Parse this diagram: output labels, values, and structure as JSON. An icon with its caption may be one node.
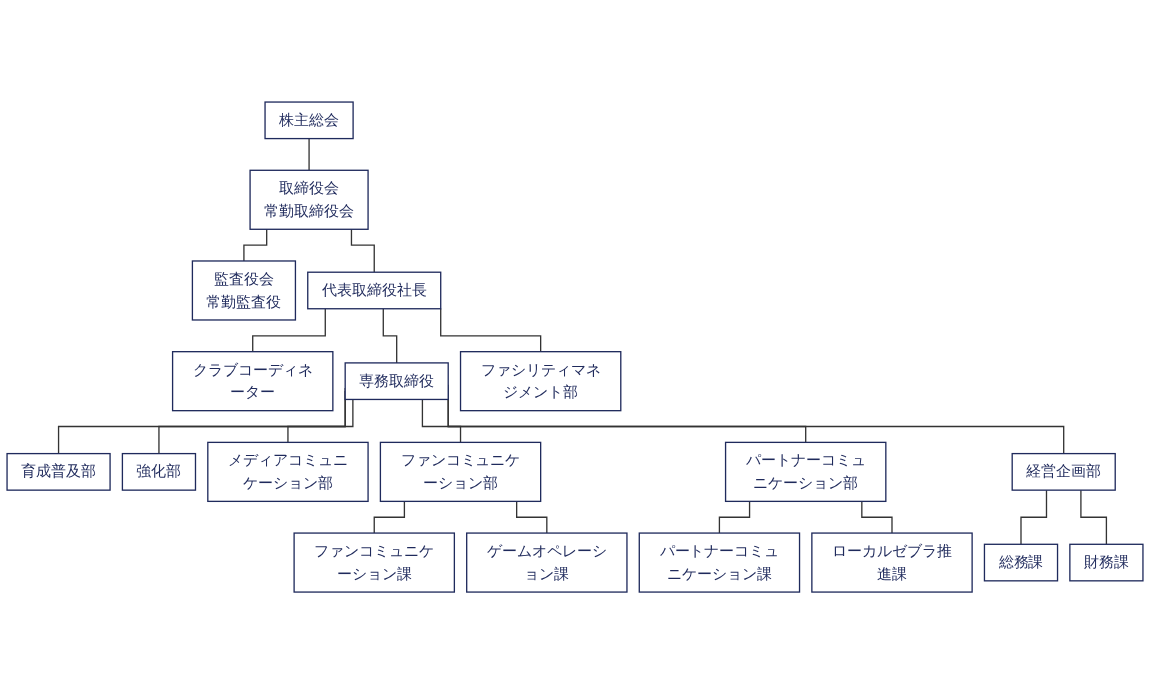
{
  "diagram": {
    "nodes": [
      {
        "text": [
          "株主総会"
        ]
      },
      {
        "text": [
          "取締役会",
          "常勤取締役会"
        ]
      },
      {
        "text": [
          "監査役会",
          "常勤監査役"
        ]
      },
      {
        "text": [
          "代表取締役社長"
        ]
      },
      {
        "text": [
          "クラブコーディネーター"
        ]
      },
      {
        "text": [
          "専務取締役"
        ]
      },
      {
        "text": [
          "ファシリティマネジメント部"
        ]
      },
      {
        "text": [
          "育成普及部"
        ]
      },
      {
        "text": [
          "強化部"
        ]
      },
      {
        "text": [
          "メディアコミュニケーション部"
        ]
      },
      {
        "text": [
          "ファンコミュニケーション部"
        ]
      },
      {
        "text": [
          "パートナーコミュニケーション部"
        ]
      },
      {
        "text": [
          "経営企画部"
        ]
      },
      {
        "text": [
          "ファンコミュニケーション課"
        ]
      },
      {
        "text": [
          "ゲームオペレーション課"
        ]
      },
      {
        "text": [
          "総務課"
        ]
      },
      {
        "text": [
          "財務課"
        ]
      },
      {
        "text": [
          "パートナーコミュニケーション課"
        ]
      },
      {
        "text": [
          "ローカルゼブラ推進課"
        ]
      }
    ],
    "edges": [
      {
        "from": 0,
        "to": 1,
        "arrow": "none"
      },
      {
        "from": 1,
        "to": 3,
        "arrow": "none"
      },
      {
        "from": 1,
        "to": 2,
        "arrow": "none"
      },
      {
        "from": 3,
        "to": 4,
        "arrow": "none"
      },
      {
        "from": 3,
        "to": 5,
        "arrow": "none"
      },
      {
        "from": 3,
        "to": 6,
        "arrow": "none"
      },
      {
        "from": 5,
        "to": 7,
        "arrow": "none"
      },
      {
        "from": 5,
        "to": 8,
        "arrow": "none"
      },
      {
        "from": 5,
        "to": 9,
        "arrow": "none"
      },
      {
        "from": 5,
        "to": 10,
        "arrow": "none"
      },
      {
        "from": 5,
        "to": 11,
        "arrow": "none"
      },
      {
        "from": 5,
        "to": 12,
        "arrow": "none"
      },
      {
        "from": 10,
        "to": 13,
        "arrow": "none"
      },
      {
        "from": 10,
        "to": 14,
        "arrow": "none"
      },
      {
        "from": 11,
        "to": 17,
        "arrow": "none"
      },
      {
        "from": 11,
        "to": 18,
        "arrow": "none"
      },
      {
        "from": 12,
        "to": 15,
        "arrow": "none"
      },
      {
        "from": 12,
        "to": 16,
        "arrow": "none"
      }
    ]
  }
}
